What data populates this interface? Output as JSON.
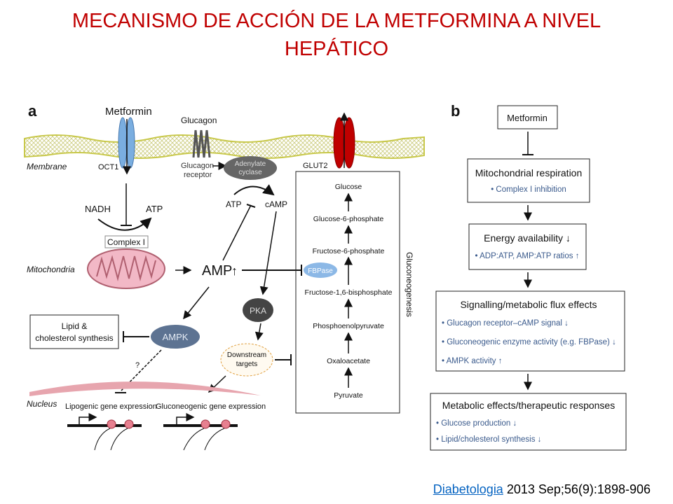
{
  "title": {
    "line1": "MECANISMO DE ACCIÓN DE LA METFORMINA A NIVEL",
    "line2": "HEPÁTICO"
  },
  "panel_a": {
    "label": "a",
    "metformin": "Metformin",
    "glucagon": "Glucagon",
    "membrane": "Membrane",
    "oct1": "OCT1",
    "glucagon_receptor_1": "Glucagon",
    "glucagon_receptor_2": "receptor",
    "adenylate_1": "Adenylate",
    "adenylate_2": "cyclase",
    "glut2": "GLUT2",
    "nadh": "NADH",
    "atp_left": "ATP",
    "complex_i": "Complex I",
    "mitochondria": "Mitochondria",
    "amp": "AMP",
    "amp_arrow": "↑",
    "atp_mid": "ATP",
    "camp": "cAMP",
    "pka": "PKA",
    "ampk": "AMPK",
    "lipid_1": "Lipid &",
    "lipid_2": "cholesterol synthesis",
    "question": "?",
    "downstream_1": "Downstream",
    "downstream_2": "targets",
    "nucleus": "Nucleus",
    "lipogenic": "Lipogenic gene expression",
    "gluconeogenic": "Gluconeogenic gene expression",
    "fbpase": "FBPase",
    "gluconeogenesis": "Gluconeogenesis",
    "pathway": [
      "Glucose",
      "Glucose-6-phosphate",
      "Fructose-6-phosphate",
      "Fructose-1,6-bisphosphate",
      "Phosphoenolpyruvate",
      "Oxaloacetate",
      "Pyruvate"
    ]
  },
  "panel_b": {
    "label": "b",
    "metformin": "Metformin",
    "mito_title": "Mitochondrial respiration",
    "mito_item": "• Complex I inhibition",
    "energy_title": "Energy availability ↓",
    "energy_item": "• ADP:ATP, AMP:ATP ratios ↑",
    "signal_title": "Signalling/metabolic flux effects",
    "signal_items": [
      "• Glucagon receptor–cAMP signal ↓",
      "• Gluconeogenic enzyme activity (e.g. FBPase) ↓",
      "• AMPK activity ↑"
    ],
    "effects_title": "Metabolic effects/therapeutic responses",
    "effects_items": [
      "• Glucose production ↓",
      "• Lipid/cholesterol synthesis ↓"
    ]
  },
  "footer": {
    "journal": "Diabetologia",
    "citation": " 2013 Sep;56(9):1898-906"
  },
  "colors": {
    "title": "#c00000",
    "link": "#0563c1",
    "item_text": "#3a5a8c"
  }
}
